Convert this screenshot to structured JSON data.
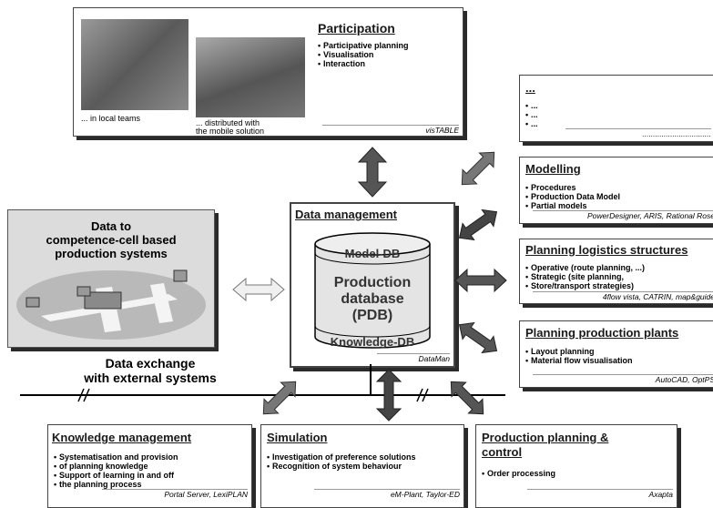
{
  "participation": {
    "title": "Participation",
    "items": [
      "Participative planning",
      "Visualisation",
      "Interaction"
    ],
    "caption_local": "... in local teams",
    "caption_mobile_1": "... distributed with",
    "caption_mobile_2": "the mobile solution",
    "tool": "visTABLE"
  },
  "unknown": {
    "title": "...",
    "items": [
      "...",
      "...",
      "..."
    ],
    "tool": "................................"
  },
  "modelling": {
    "title": "Modelling",
    "items": [
      "Procedures",
      "Production Data Model",
      "Partial models"
    ],
    "tool": "PowerDesigner, ARIS, Rational Rose"
  },
  "logistics": {
    "title": "Planning logistics structures",
    "items": [
      "Operative (route planning, ...)",
      "Strategic (site planning,",
      "Store/transport strategies)"
    ],
    "tool": "4flow vista, CATRIN, map&guide"
  },
  "plants": {
    "title": "Planning production plants",
    "items": [
      "Layout planning",
      "Material flow visualisation"
    ],
    "tool": "AutoCAD, OptPS"
  },
  "data_management": {
    "title": "Data management",
    "model_db": "Model-DB",
    "prod_line1": "Production",
    "prod_line2": "database",
    "prod_line3": "(PDB)",
    "knowledge_db": "Knowledge-DB",
    "tool": "DataMan"
  },
  "competence": {
    "line1": "Data to",
    "line2": "competence-cell based",
    "line3": "production systems"
  },
  "exchange": {
    "line1": "Data exchange",
    "line2": "with external systems"
  },
  "knowledge": {
    "title": "Knowledge management",
    "items": [
      "Systematisation and provision",
      "of planning knowledge",
      "Support of learning in and off",
      "the planning process"
    ],
    "tool": "Portal Server, LexiPLAN"
  },
  "simulation": {
    "title": "Simulation",
    "items": [
      "Investigation of preference solutions",
      "Recognition of system behaviour"
    ],
    "tool": "eM-Plant, Taylor-ED"
  },
  "ppc": {
    "title_1": "Production planning &",
    "title_2": "control",
    "items": [
      "Order processing"
    ],
    "tool": "Axapta"
  },
  "colors": {
    "box_shadow": "#2a2a2a",
    "arrow_dark": "#333333",
    "arrow_light": "#e0e0e0",
    "grey_panel": "#dcdcdc"
  }
}
